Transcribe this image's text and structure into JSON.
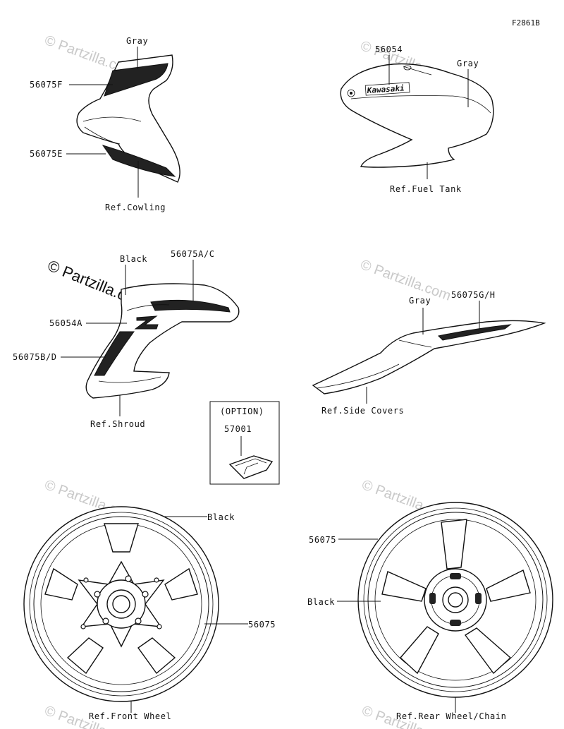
{
  "figure_id": "F2861B",
  "watermark": "© Partzilla.com",
  "groups": {
    "cowling": {
      "labels": {
        "color": "Gray",
        "upper": "56075F",
        "lower": "56075E",
        "ref": "Ref.Cowling"
      }
    },
    "fuel_tank": {
      "labels": {
        "part": "56054",
        "color": "Gray",
        "ref": "Ref.Fuel Tank",
        "brand": "Kawasaki"
      }
    },
    "shroud": {
      "labels": {
        "color": "Black",
        "upper": "56075A/C",
        "mid": "56054A",
        "lower": "56075B/D",
        "ref": "Ref.Shroud"
      }
    },
    "side_covers": {
      "labels": {
        "color": "Gray",
        "part": "56075G/H",
        "ref": "Ref.Side Covers"
      }
    },
    "option": {
      "labels": {
        "title": "(OPTION)",
        "part": "57001"
      }
    },
    "front_wheel": {
      "labels": {
        "color": "Black",
        "part": "56075",
        "ref": "Ref.Front Wheel"
      }
    },
    "rear_wheel": {
      "labels": {
        "part": "56075",
        "color": "Black",
        "ref": "Ref.Rear Wheel/Chain"
      }
    }
  }
}
